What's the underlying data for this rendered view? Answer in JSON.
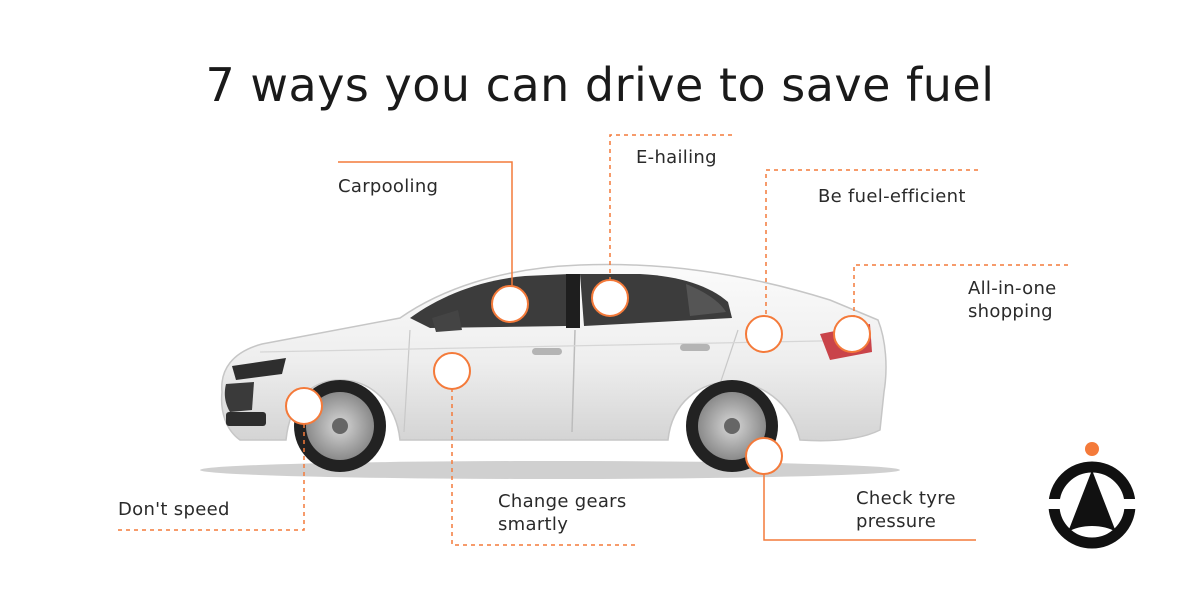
{
  "title": "7 ways you can drive to save fuel",
  "tips": [
    {
      "label": "Carpooling"
    },
    {
      "label": "E-hailing"
    },
    {
      "label": "Be fuel-efficient"
    },
    {
      "label": "All-in-one",
      "label2": "shopping"
    },
    {
      "label": "Don't speed"
    },
    {
      "label": "Change gears",
      "label2": "smartly"
    },
    {
      "label": "Check tyre",
      "label2": "pressure"
    }
  ],
  "colors": {
    "accent": "#f47a3a",
    "logo": "#111111",
    "title": "#1a1a1a"
  },
  "icons": {
    "logo": "brand-logo-icon",
    "car": "sedan-car-illustration"
  }
}
